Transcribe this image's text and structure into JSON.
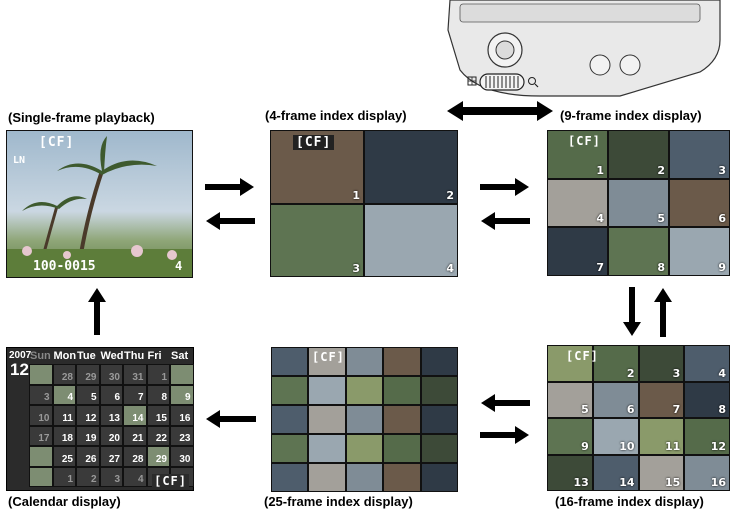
{
  "captions": {
    "single": "(Single-frame playback)",
    "four": "(4-frame index display)",
    "nine": "(9-frame index display)",
    "sixteen": "(16-frame index display)",
    "twentyfive": "(25-frame index display)",
    "calendar": "(Calendar display)"
  },
  "single_frame": {
    "card": "[CF]",
    "quality": "LN",
    "file": "100-0015",
    "frame_no": "4"
  },
  "card_label": "[CF]",
  "four_numbers": [
    "1",
    "2",
    "3",
    "4"
  ],
  "nine_numbers": [
    "1",
    "2",
    "3",
    "4",
    "5",
    "6",
    "7",
    "8",
    "9"
  ],
  "sixteen_numbers": [
    "",
    "2",
    "3",
    "4",
    "5",
    "6",
    "7",
    "8",
    "9",
    "10",
    "11",
    "12",
    "13",
    "14",
    "15",
    "16"
  ],
  "calendar": {
    "year": "2007",
    "month": "12",
    "weekdays": [
      "Sun",
      "Mon",
      "Tue",
      "Wed",
      "Thu",
      "Fri",
      "Sat"
    ],
    "weeks": [
      [
        "",
        "28",
        "29",
        "30",
        "31",
        "1",
        ""
      ],
      [
        "3",
        "4",
        "5",
        "6",
        "7",
        "8",
        "9"
      ],
      [
        "10",
        "11",
        "12",
        "13",
        "14",
        "15",
        "16"
      ],
      [
        "17",
        "18",
        "19",
        "20",
        "21",
        "22",
        "23"
      ],
      [
        "",
        "25",
        "26",
        "27",
        "28",
        "29",
        "30"
      ],
      [
        "",
        "1",
        "2",
        "3",
        "4",
        "",
        ""
      ]
    ],
    "card": "[CF]"
  },
  "colors": {
    "background": "#ffffff",
    "frame_dark": "#3a3a3a",
    "arrow": "#000000"
  },
  "icons": [
    "camera-dial",
    "arrow-right",
    "arrow-left",
    "arrow-up",
    "arrow-down",
    "double-arrow"
  ]
}
